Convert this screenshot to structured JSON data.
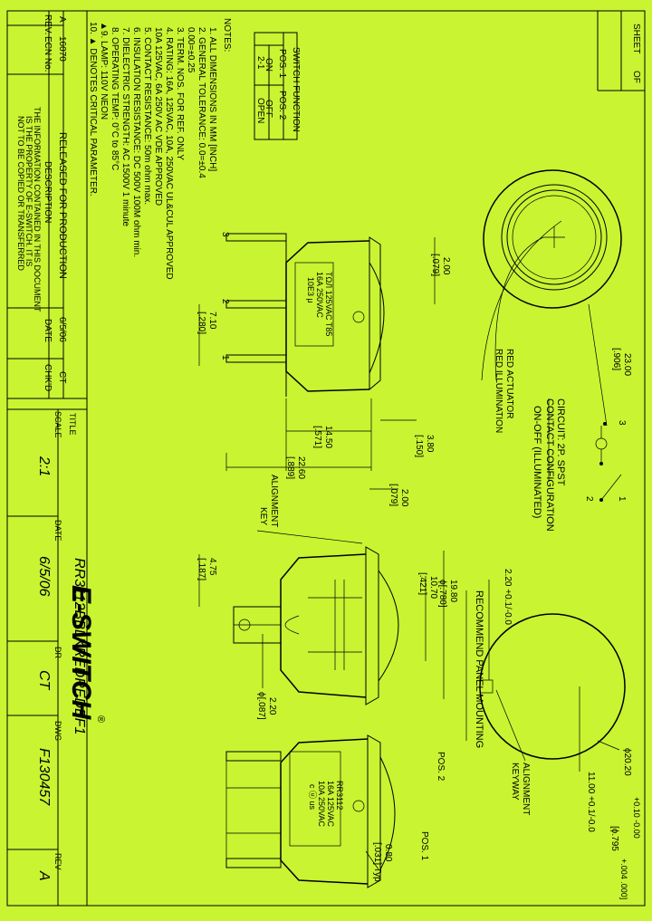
{
  "corner": {
    "sheet": "SHEET",
    "of": "OF"
  },
  "notes": {
    "heading": "NOTES:",
    "items": [
      "1. ALL DIMENSIONS IN MM [INCH]",
      "2. GENERAL TOLERANCE: 0.0=±0.4",
      "                               0.00=±0.25",
      "3. TERM. NOS. FOR REF. ONLY",
      "4. RATING: 16A, 125VAC, 10A, 250VAC UL&CUL APPROVED",
      "                 10A 125VAC, 6A 250V AC VDE APPROVED",
      "5. CONTACT RESISTANCE: 50m ohm max.",
      "6. INSULATION RESISTANCE: DC 500V 100M ohm min.",
      "7. DIELECTRIC STRENGTH: AC 1500V 1 minute",
      "8. OPERATING TEMP: 0°C to 85°C",
      "▲9. LAMP: 110V NEON",
      "10. ▲ DENOTES CRITICAL PARAMETER."
    ]
  },
  "switch_table": {
    "title": "SWITCH FUNCTION",
    "headers": [
      "POS. 1",
      "POS. 2"
    ],
    "rows": [
      [
        "ON",
        "OFF"
      ],
      [
        "2-1",
        "OPEN"
      ]
    ]
  },
  "revision": {
    "headers": [
      "REV.",
      "ECN No.",
      "DESCRIPTION",
      "DATE",
      "CHK'D"
    ],
    "row": [
      "A",
      "16070",
      "RELEASED FOR PRODUCTION",
      "6/5/06",
      "CT"
    ],
    "confidential": [
      "THE INFORMATION CONTAINED IN THIS DOCUMENT",
      "IS THE PROPERTY OF E-SWITCH. IT IS",
      "NOT TO BE COPIED OR TRANSFERRED"
    ]
  },
  "title_block": {
    "title_label": "TITLE",
    "scale_label": "SCALE",
    "scale": "2:1",
    "date_label": "DATE",
    "date": "6/5/06",
    "dr_label": "DR",
    "dr": "CT",
    "dwg_label": "DWG",
    "dwg": "F130457",
    "rev_label": "REV",
    "rev": "A",
    "part_number": "RR3112BBLKREDREDEF1",
    "logo": "E-SWITCH",
    "reg": "®"
  },
  "dimensions": {
    "d2300": "23.00",
    "d906": "[.906]",
    "d200a": "2.00",
    "d079a": "[.079]",
    "d710": "7.10",
    "d280": "[.280]",
    "d1450": "14.50",
    "d571": "[.571]",
    "d2260": "22.60",
    "d889": "[.889]",
    "d380": "3.80",
    "d150": "[.150]",
    "d200b": "2.00",
    "d079b": "[.079]",
    "d475": "4.75",
    "d187": "[.187]",
    "d1070": "10.70",
    "d421": "[.421]",
    "d1980": "19.80",
    "d780": "ϕ[.780]",
    "d220": "2.20",
    "d087": "ϕ[.087]",
    "d080": "0.80",
    "d031": "[.031] Typ.",
    "d2020": "ϕ20.20",
    "d2020tol": "+0.10  -0.00",
    "d795": "[ϕ.795",
    "d795tol": "+.004  .000]",
    "d1100": "11.00 +0.1/-0.0",
    "d220tol": "2.20 +0.1/-0.0"
  },
  "labels": {
    "red_actuator": "RED ACTUATOR",
    "red_illumination": "RED ILLUMINATION",
    "circuit": "CIRCUIT: 2P. SPST",
    "contact_config": "CONTACT CONFIGURATION",
    "on_off": "ON-OFF (ILLUMINATED)",
    "panel_mounting": "RECOMMEND PANEL MOUNTING",
    "alignment_key": "ALIGNMENT",
    "alignment_key2": "KEY",
    "alignment_keyway": "ALIGNMENT",
    "alignment_keyway2": "KEYWAY",
    "pos1": "POS. 1",
    "pos2": "POS. 2",
    "term1": "1",
    "term2": "2",
    "term3": "3"
  },
  "body_print": {
    "front": [
      "ТΩЛ 125VAC T85",
      "16A 250VAC",
      "10E3 μ"
    ],
    "side": [
      "RR3112",
      "16A 125VAC",
      "10A 250VAC",
      "c ⓤ us"
    ]
  }
}
